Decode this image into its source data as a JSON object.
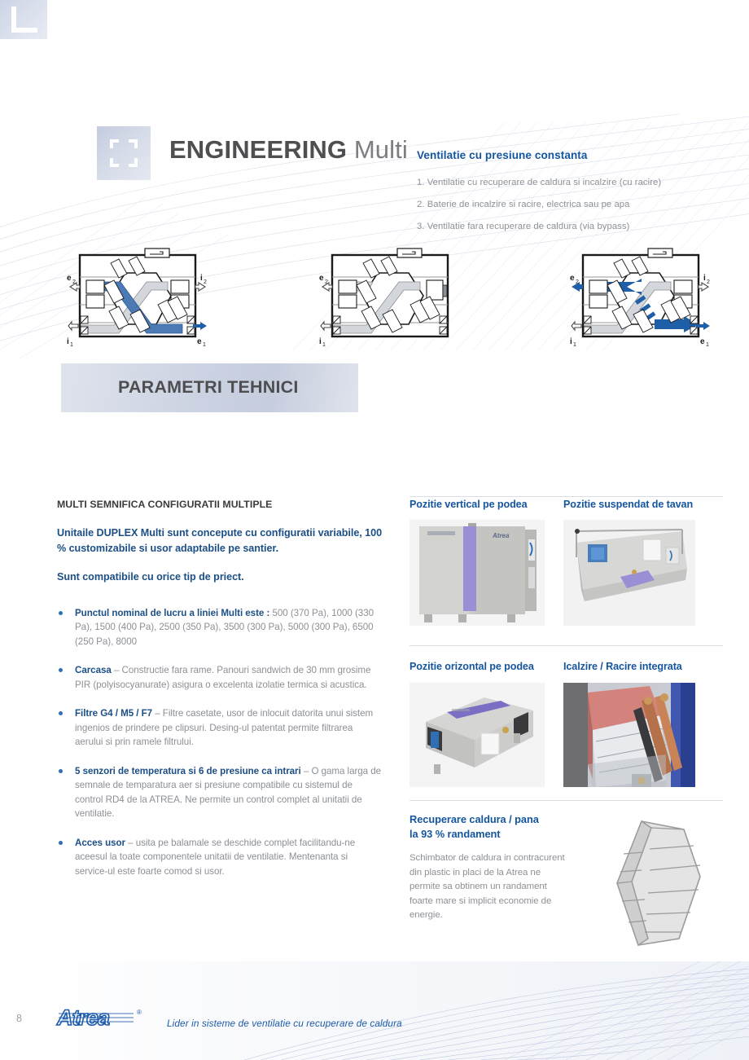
{
  "header": {
    "title_strong": "ENGINEERING",
    "title_light": "Multi",
    "icon": "bracket-square-icon",
    "right_heading": "Ventilatie cu presiune constanta",
    "right_items": [
      "1. Ventilatie cu recuperare de caldura si incalzire (cu racire)",
      "2. Baterie de incalzire si racire, electrica sau pe apa",
      "3. Ventilatie fara recuperare de caldura (via bypass)"
    ]
  },
  "diagrams": [
    {
      "name": "diagram-heat-recovery-heating",
      "labels": {
        "top_left": "e",
        "top_left_sub": "2",
        "top_right": "i",
        "top_right_sub": "2",
        "bottom_left": "i",
        "bottom_left_sub": "1",
        "bottom_right": "e",
        "bottom_right_sub": "1"
      },
      "mode": "crossed-blue"
    },
    {
      "name": "diagram-heating-cooling-coil",
      "labels": {
        "top_left": "e",
        "top_left_sub": "2",
        "top_right": "",
        "top_right_sub": "",
        "bottom_left": "i",
        "bottom_left_sub": "1",
        "bottom_right": "",
        "bottom_right_sub": ""
      },
      "mode": "gray-only"
    },
    {
      "name": "diagram-bypass",
      "labels": {
        "top_left": "e",
        "top_left_sub": "2",
        "top_right": "i",
        "top_right_sub": "2",
        "bottom_left": "i",
        "bottom_left_sub": "1",
        "bottom_right": "e",
        "bottom_right_sub": "1"
      },
      "mode": "bypass-blue"
    }
  ],
  "banner": {
    "label": "PARAMETRI TEHNICI"
  },
  "left": {
    "kicker": "MULTI SEMNIFICA CONFIGURATII MULTIPLE",
    "lead1": "Unitaile DUPLEX Multi sunt concepute cu configuratii variabile, 100 % customizabile si usor adaptabile pe santier.",
    "lead2": "Sunt compatibile cu orice tip de priect.",
    "bullets": [
      {
        "title": "Punctul nominal de lucru a liniei Multi este :",
        "text": " 500 (370 Pa), 1000 (330 Pa), 1500 (400 Pa), 2500 (350 Pa), 3500 (300 Pa), 5000 (300 Pa), 6500 (250 Pa), 8000"
      },
      {
        "title": "Carcasa",
        "text": " – Constructie fara rame. Panouri sandwich de 30 mm grosime PIR (polyisocyanurate) asigura o excelenta izolatie termica si acustica."
      },
      {
        "title": "Filtre G4 / M5 / F7",
        "text": " – Filtre casetate, usor de inlocuit datorita unui sistem ingenios de prindere pe clipsuri. Desing-ul patentat permite filtrarea aerului si prin ramele filtrului."
      },
      {
        "title": "5 senzori de temperatura si 6 de presiune ca intrari",
        "text": " – O gama larga de semnale de temparatura aer si presiune compatibile cu sistemul de control RD4 de la ATREA. Ne permite un control complet al unitatii de ventilatie."
      },
      {
        "title": "Acces usor",
        "text": " – usita pe balamale se deschide complet facilitandu-ne aceesul la toate componentele unitatii de ventilatie. Mentenanta si service-ul este foarte comod si usor."
      }
    ]
  },
  "right": {
    "photos": [
      {
        "heading": "Pozitie vertical pe podea",
        "name": "photo-vertical-floor"
      },
      {
        "heading": "Pozitie suspendat de tavan",
        "name": "photo-ceiling-suspended"
      },
      {
        "heading": "Pozitie orizontal pe podea",
        "name": "photo-horizontal-floor"
      },
      {
        "heading": "Icalzire / Racire integrata",
        "name": "photo-integrated-heating-cooling"
      }
    ],
    "recovery": {
      "heading_line1": "Recuperare caldura / pana",
      "heading_line2": "la 93 % randament",
      "body": "Schimbator de caldura in contracurent din plastic in placi de la Atrea ne permite sa obtinem un randament foarte mare si implicit economie de energie."
    }
  },
  "footer": {
    "logo_text": "Atrea",
    "logo_mark": "®",
    "tagline": "Lider in sisteme de ventilatie cu recuperare de caldura",
    "page_number": "8"
  },
  "colors": {
    "brand_blue": "#14559e",
    "accent_blue": "#2f6fb5",
    "body_gray": "#8c9095",
    "dark_gray": "#4e4e51"
  }
}
